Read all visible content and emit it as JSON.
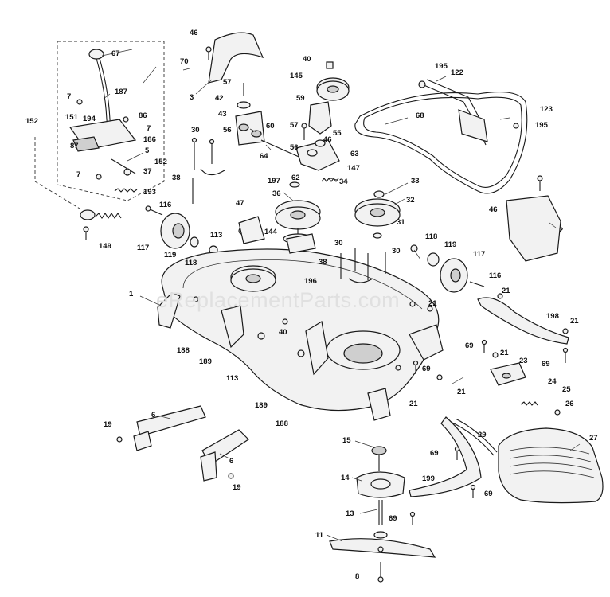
{
  "watermark": "eReplacementParts.com",
  "callouts": {
    "c1": "1",
    "c2": "2",
    "c3": "3",
    "c5": "5",
    "c6a": "6",
    "c6b": "6",
    "c7a": "7",
    "c7b": "7",
    "c7c": "7",
    "c8": "8",
    "c11": "11",
    "c13": "13",
    "c14": "14",
    "c15": "15",
    "c19a": "19",
    "c19b": "19",
    "c21a": "21",
    "c21b": "21",
    "c21c": "21",
    "c21d": "21",
    "c21e": "21",
    "c23": "23",
    "c24": "24",
    "c25": "25",
    "c26": "26",
    "c27": "27",
    "c29": "29",
    "c30a": "30",
    "c30b": "30",
    "c30c": "30",
    "c31": "31",
    "c32": "32",
    "c33": "33",
    "c34": "34",
    "c36": "36",
    "c37": "37",
    "c38a": "38",
    "c38b": "38",
    "c40a": "40",
    "c40b": "40",
    "c42": "42",
    "c43": "43",
    "c46a": "46",
    "c46b": "46",
    "c46c": "46",
    "c47": "47",
    "c55": "55",
    "c56a": "56",
    "c56b": "56",
    "c57a": "57",
    "c57b": "57",
    "c59": "59",
    "c60": "60",
    "c62": "62",
    "c63": "63",
    "c64": "64",
    "c67": "67",
    "c68": "68",
    "c69a": "69",
    "c69b": "69",
    "c69c": "69",
    "c69d": "69",
    "c69e": "69",
    "c69f": "69",
    "c70": "70",
    "c86": "86",
    "c87": "87",
    "c113a": "113",
    "c113b": "113",
    "c116a": "116",
    "c116b": "116",
    "c117a": "117",
    "c117b": "117",
    "c118a": "118",
    "c118b": "118",
    "c119a": "119",
    "c119b": "119",
    "c122": "122",
    "c123": "123",
    "c144": "144",
    "c145": "145",
    "c147": "147",
    "c149": "149",
    "c151": "151",
    "c152a": "152",
    "c152b": "152",
    "c186": "186",
    "c187": "187",
    "c188a": "188",
    "c188b": "188",
    "c189a": "189",
    "c189b": "189",
    "c193": "193",
    "c194": "194",
    "c195a": "195",
    "c195b": "195",
    "c196": "196",
    "c197": "197",
    "c198": "198",
    "c199": "199"
  }
}
